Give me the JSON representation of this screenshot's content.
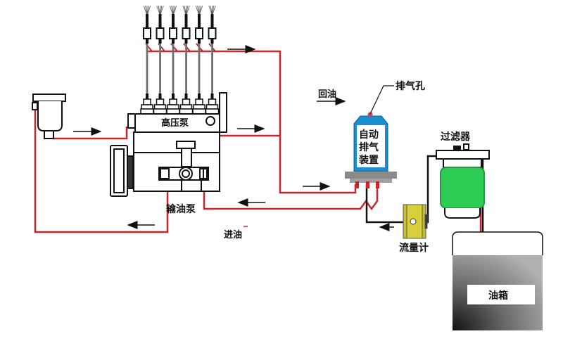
{
  "diagram": {
    "title": "Diesel fuel system with automatic air-bleed device",
    "labels": {
      "high_pressure_pump": "高压泵",
      "feed_pump": "输油泵",
      "return_oil": "回油",
      "inlet_oil": "进油",
      "bleed_hole": "排气孔",
      "auto_bleed_line1": "自动",
      "auto_bleed_line2": "排气",
      "auto_bleed_line3": "装置",
      "filter": "过滤器",
      "flow_meter": "流量计",
      "fuel_tank": "油箱"
    },
    "colors": {
      "return_line": "#c8252c",
      "supply_line": "#111111",
      "bleed_device": "#1a8fd0",
      "filter_bowl": "#2ecc55",
      "flow_meter": "#d8cf3a",
      "device_base": "#8a8a8a"
    },
    "injector_count": 6
  }
}
